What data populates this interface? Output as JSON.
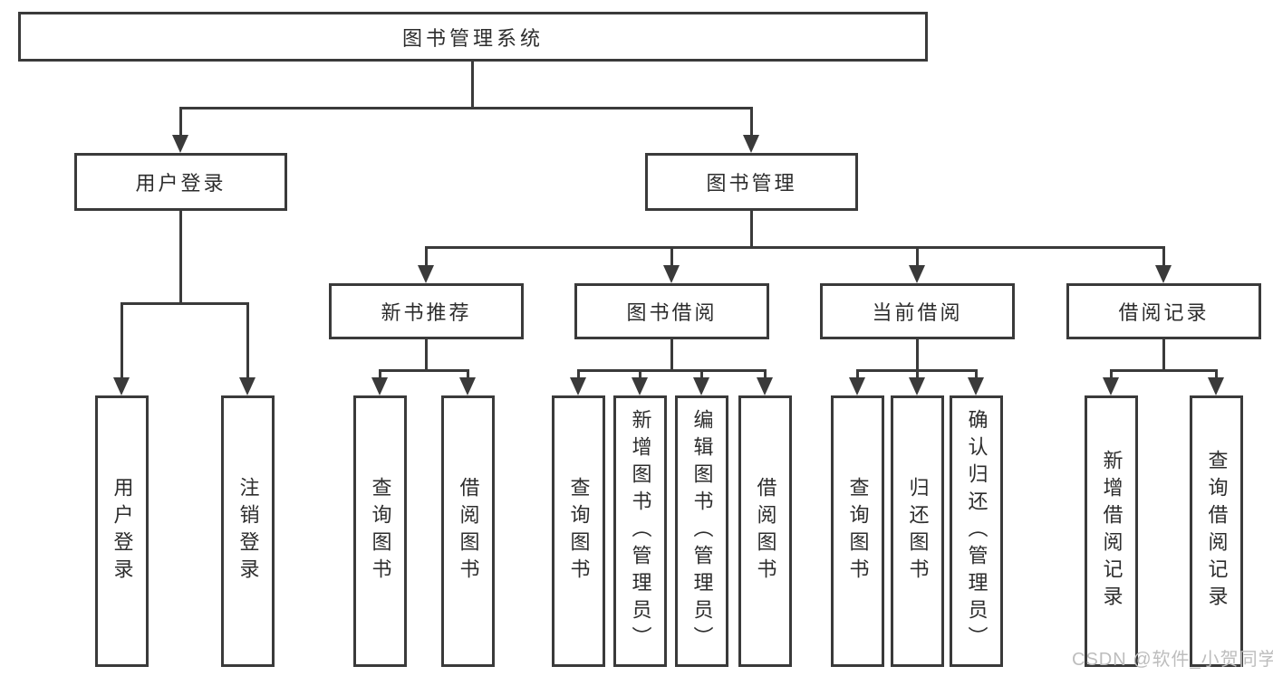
{
  "diagram": {
    "title": "图书管理系统",
    "line_color": "#3a3a3a",
    "level2": [
      {
        "label": "用户登录"
      },
      {
        "label": "图书管理"
      }
    ],
    "level3": [
      {
        "label": "新书推荐"
      },
      {
        "label": "图书借阅"
      },
      {
        "label": "当前借阅"
      },
      {
        "label": "借阅记录"
      }
    ],
    "leaves": [
      {
        "label": "用户登录"
      },
      {
        "label": "注销登录"
      },
      {
        "label": "查询图书"
      },
      {
        "label": "借阅图书"
      },
      {
        "label": "查询图书"
      },
      {
        "label": "新增图书（管理员）"
      },
      {
        "label": "编辑图书（管理员）"
      },
      {
        "label": "借阅图书"
      },
      {
        "label": "查询图书"
      },
      {
        "label": "归还图书"
      },
      {
        "label": "确认归还（管理员）"
      },
      {
        "label": "新增借阅记录"
      },
      {
        "label": "查询借阅记录"
      }
    ]
  },
  "watermark": {
    "text": "CSDN @软件_小贺同学",
    "color": "#bdbdbd"
  }
}
